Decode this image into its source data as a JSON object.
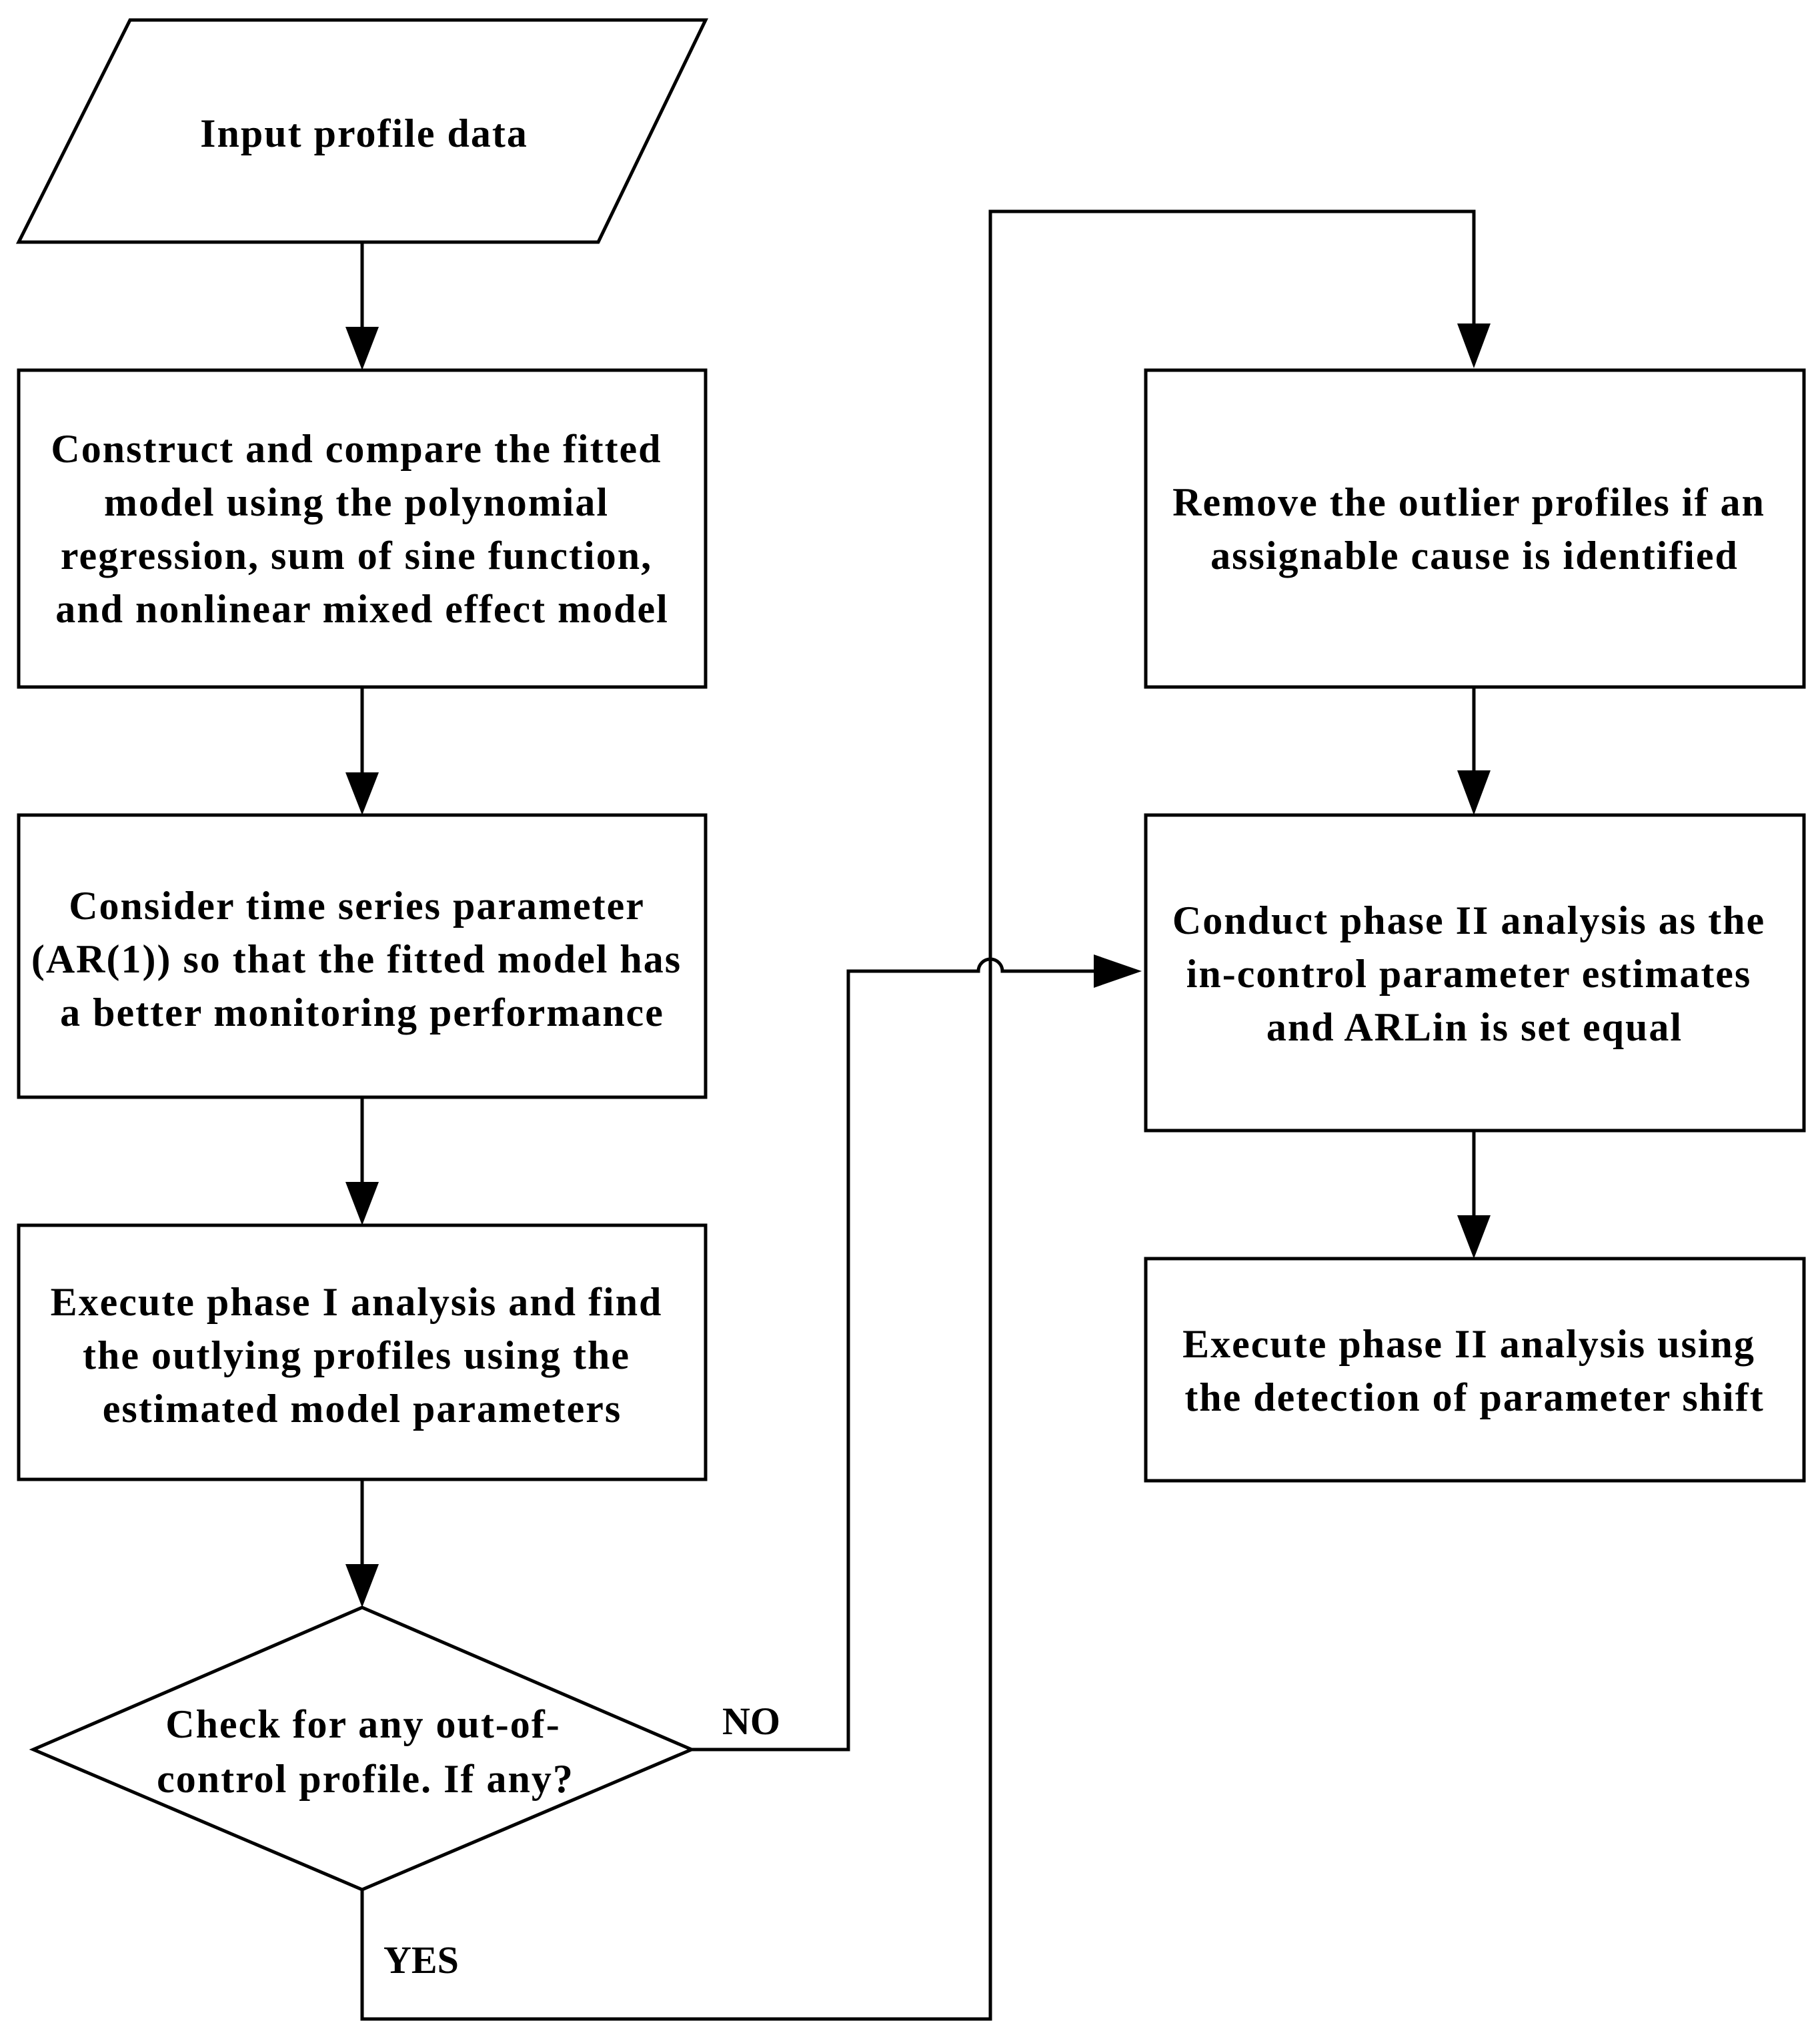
{
  "nodes": {
    "input": {
      "lines": [
        "Input profile data"
      ]
    },
    "construct": {
      "lines": [
        "Construct and compare the fitted",
        "model using the polynomial",
        "regression, sum of sine function,",
        "and nonlinear mixed effect model"
      ]
    },
    "consider": {
      "lines": [
        "Consider time series parameter",
        "(AR(1)) so that the fitted model has",
        "a better monitoring performance"
      ]
    },
    "phase1": {
      "lines": [
        "Execute phase I analysis and find",
        "the outlying profiles using the",
        "estimated model parameters"
      ]
    },
    "check": {
      "lines": [
        "Check for any out-of-",
        "control profile. If any?"
      ]
    },
    "remove": {
      "lines": [
        "Remove the outlier profiles if an",
        "assignable cause is identified"
      ]
    },
    "conduct": {
      "lines": [
        "Conduct phase II analysis as the",
        "in-control parameter estimates",
        "and ARLin is set equal"
      ]
    },
    "execute2": {
      "lines": [
        "Execute phase II analysis using",
        "the detection of parameter shift"
      ]
    }
  },
  "edges": {
    "no_label": "NO",
    "yes_label": "YES"
  }
}
